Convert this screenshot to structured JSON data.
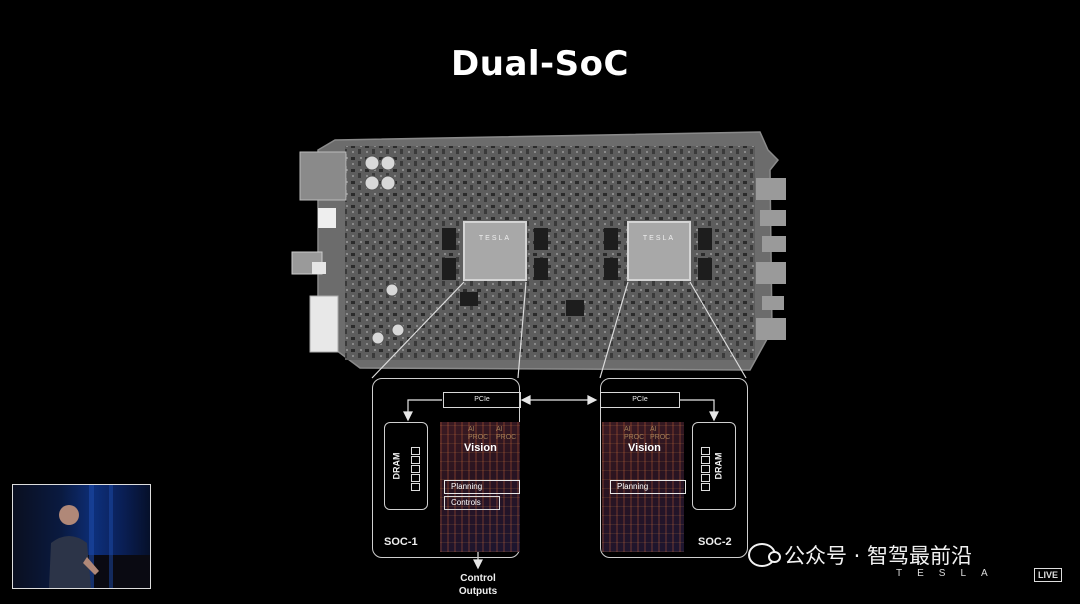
{
  "slide": {
    "title": "Dual-SoC"
  },
  "board": {
    "chip_marking": "TESLA"
  },
  "soc1": {
    "pcie_label": "PCIe",
    "dram_label": "DRAM",
    "vision_label": "Vision",
    "planning_label": "Planning",
    "controls_label": "Controls",
    "name": "SOC-1"
  },
  "soc2": {
    "pcie_label": "PCIe",
    "dram_label": "DRAM",
    "vision_label": "Vision",
    "planning_label": "Planning",
    "name": "SOC-2"
  },
  "control_outputs": {
    "line1": "Control",
    "line2": "Outputs"
  },
  "watermark": {
    "text": "公众号 · 智驾最前沿"
  },
  "branding": {
    "tesla": "TESLA",
    "live": "LIVE"
  }
}
